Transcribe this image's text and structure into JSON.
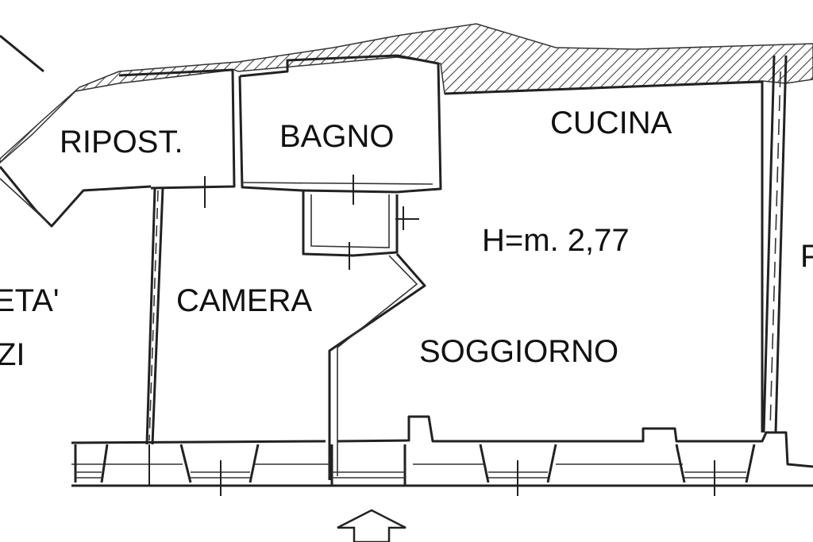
{
  "plan": {
    "rooms": {
      "ripostiglio": "RIPOST.",
      "bagno": "BAGNO",
      "cucina": "CUCINA",
      "camera": "CAMERA",
      "soggiorno": "SOGGIORNO"
    },
    "height_note": "H=m. 2,77",
    "cut_left_top": "ETA'",
    "cut_left_bottom": "ZI",
    "cut_right": "P"
  },
  "colors": {
    "line": "#222222",
    "hatch": "#444444",
    "background": "#ffffff"
  },
  "icons": {
    "entrance": "entrance-arrow-icon"
  }
}
